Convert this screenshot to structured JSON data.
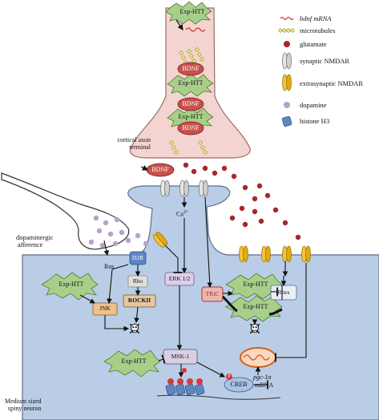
{
  "labels": {
    "exp_htt": "Exp-HTT",
    "bdnf": "BDNF",
    "ca": "Ca",
    "ca_sup": "2+",
    "d2r": "D2R",
    "ros": "Ros",
    "rho": "Rho",
    "rockii": "ROCKII",
    "jnk": "JNK",
    "erk": "ERK 1/2",
    "tric": "TRiC",
    "rhes": "Rhes",
    "msk": "MSK-1",
    "creb": "CREB",
    "p": "P",
    "pgc_line1": "pgc-1α",
    "pgc_line2": "mRNA",
    "cortical_1": "cortical axon",
    "cortical_2": "terminal",
    "dopa_1": "dopaminergic",
    "dopa_2": "afference",
    "msn_1": "Medium sized",
    "msn_2": "spiny neuron"
  },
  "legend": {
    "bdnf_mrna": "bdnf mRNA",
    "microtubules": "microtubules",
    "glutamate": "glutamate",
    "synaptic_nmdar": "synaptic NMDAR",
    "extrasynaptic_nmdar": "extrasynaptic NMDAR",
    "dopamine": "dopamine",
    "histone": "histone H3"
  },
  "colors": {
    "axon_fill": "#f4d4d0",
    "neuron_fill": "#b9cde6",
    "glutamate": "#a8262a",
    "dopamine": "#b6a2cc",
    "exp_htt_fill": "#a8cf8a",
    "bdnf_fill": "#c9514b",
    "erk_fill": "#dcd0e8",
    "tric_fill": "#e9b7b0",
    "jnk_fill": "#f0c089",
    "msk_fill": "#d8cfe4",
    "creb_fill": "#a9c3e4",
    "extrasynaptic": "#e8b41f",
    "mito": "#d8601c"
  }
}
